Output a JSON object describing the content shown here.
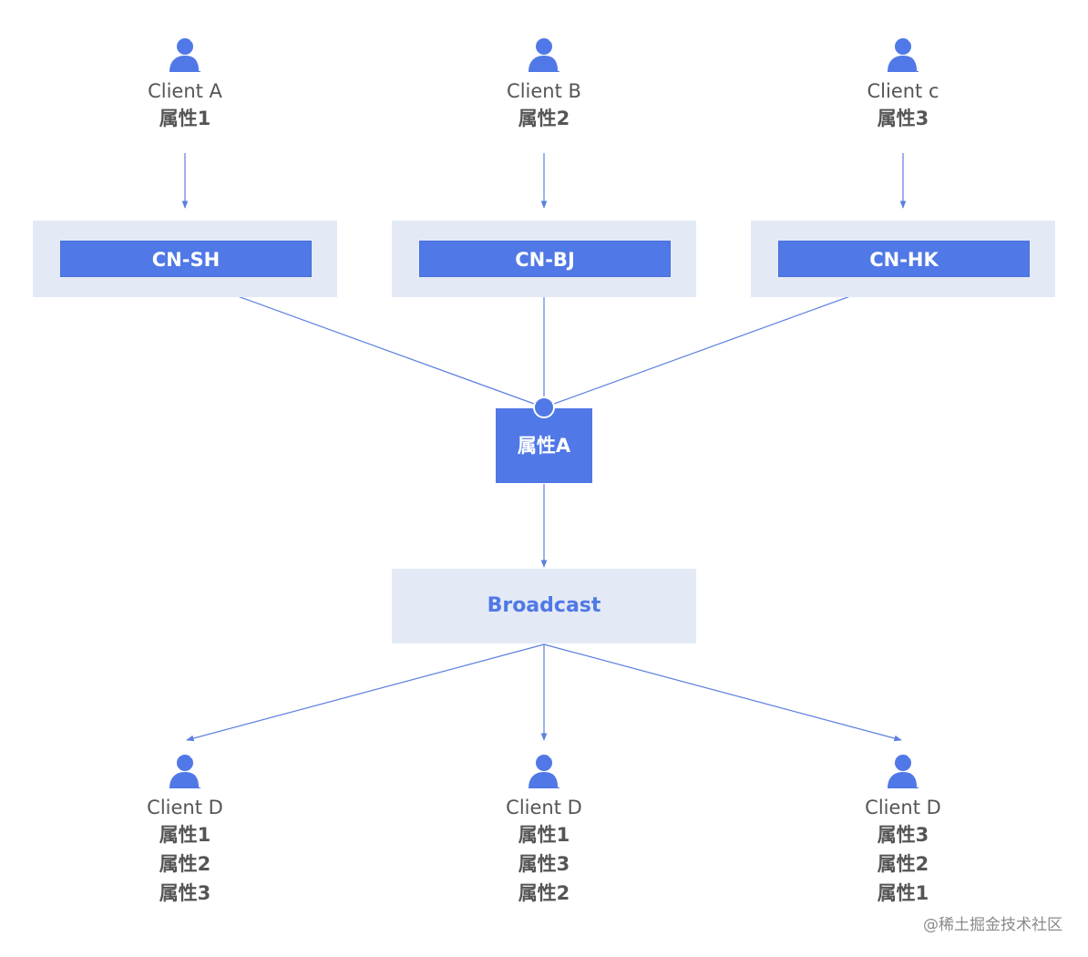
{
  "colors": {
    "accent": "#5078e6",
    "box_background": "#e3eaf5",
    "text": "#555555",
    "edge": "#5b7fe0"
  },
  "top_clients": [
    {
      "name": "Client A",
      "attribute": "属性1",
      "icon": "user-icon"
    },
    {
      "name": "Client B",
      "attribute": "属性2",
      "icon": "user-icon"
    },
    {
      "name": "Client c",
      "attribute": "属性3",
      "icon": "user-icon"
    }
  ],
  "regions": [
    {
      "label": "CN-SH"
    },
    {
      "label": "CN-BJ"
    },
    {
      "label": "CN-HK"
    }
  ],
  "merge_node": {
    "label": "属性A"
  },
  "broadcast": {
    "label": "Broadcast"
  },
  "bottom_clients": [
    {
      "name": "Client D",
      "attributes": [
        "属性1",
        "属性2",
        "属性3"
      ],
      "icon": "user-icon"
    },
    {
      "name": "Client D",
      "attributes": [
        "属性1",
        "属性3",
        "属性2"
      ],
      "icon": "user-icon"
    },
    {
      "name": "Client D",
      "attributes": [
        "属性3",
        "属性2",
        "属性1"
      ],
      "icon": "user-icon"
    }
  ],
  "watermark": {
    "text": "@稀土掘金技术社区"
  }
}
